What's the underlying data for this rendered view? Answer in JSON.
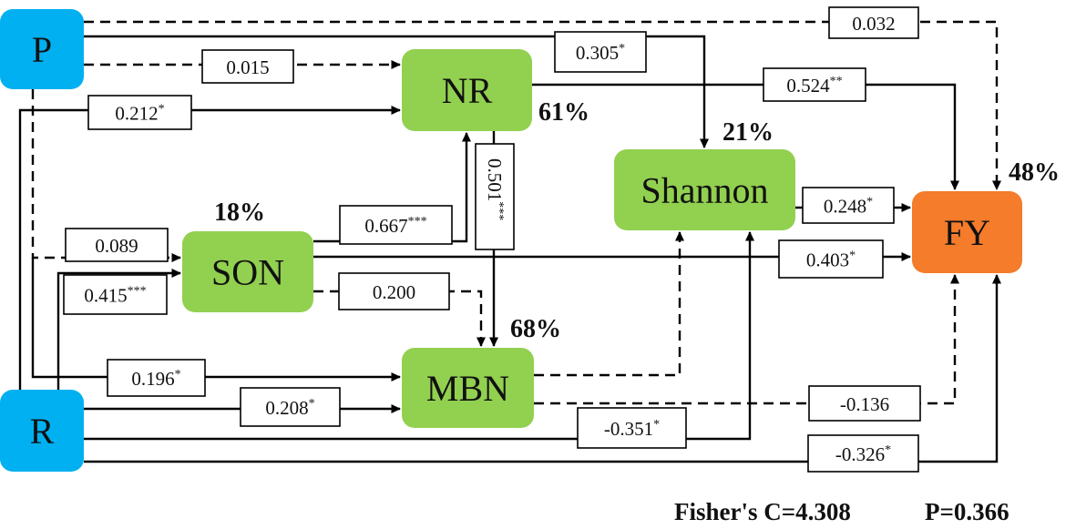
{
  "colors": {
    "exogenous": "#00b0f0",
    "mediator": "#92d050",
    "response": "#f47c2b",
    "line": "#000000"
  },
  "nodes": {
    "p": "P",
    "r": "R",
    "nr": "NR",
    "son": "SON",
    "mbn": "MBN",
    "shannon": "Shannon",
    "fy": "FY"
  },
  "variance_explained": {
    "nr": "61%",
    "son": "18%",
    "mbn": "68%",
    "shannon": "21%",
    "fy": "48%"
  },
  "paths": [
    {
      "id": "p-fy",
      "from": "P",
      "to": "FY",
      "coef": "0.032",
      "sig": "",
      "significant": false
    },
    {
      "id": "p-shannon",
      "from": "P",
      "to": "Shannon",
      "coef": "0.305",
      "sig": "*",
      "significant": true
    },
    {
      "id": "p-nr",
      "from": "P",
      "to": "NR",
      "coef": "0.015",
      "sig": "",
      "significant": false
    },
    {
      "id": "r-nr",
      "from": "R",
      "to": "NR",
      "coef": "0.212",
      "sig": "*",
      "significant": true
    },
    {
      "id": "nr-fy",
      "from": "NR",
      "to": "FY",
      "coef": "0.524",
      "sig": "**",
      "significant": true
    },
    {
      "id": "nr-mbn",
      "from": "NR",
      "to": "MBN",
      "coef": "0.501",
      "sig": "***",
      "significant": true
    },
    {
      "id": "son-nr",
      "from": "SON",
      "to": "NR",
      "coef": "0.667",
      "sig": "***",
      "significant": true
    },
    {
      "id": "p-son",
      "from": "P",
      "to": "SON",
      "coef": "0.089",
      "sig": "",
      "significant": false
    },
    {
      "id": "r-son",
      "from": "R",
      "to": "SON",
      "coef": "0.415",
      "sig": "***",
      "significant": true
    },
    {
      "id": "son-mbn",
      "from": "SON",
      "to": "MBN",
      "coef": "0.200",
      "sig": "",
      "significant": false
    },
    {
      "id": "son-fy",
      "from": "SON",
      "to": "FY",
      "coef": "0.403",
      "sig": "*",
      "significant": true
    },
    {
      "id": "shannon-fy",
      "from": "Shannon",
      "to": "FY",
      "coef": "0.248",
      "sig": "*",
      "significant": true
    },
    {
      "id": "p-mbn",
      "from": "P",
      "to": "MBN",
      "coef": "0.196",
      "sig": "*",
      "significant": true
    },
    {
      "id": "r-mbn",
      "from": "R",
      "to": "MBN",
      "coef": "0.208",
      "sig": "*",
      "significant": true
    },
    {
      "id": "r-shannon",
      "from": "R",
      "to": "Shannon",
      "coef": "-0.351",
      "sig": "*",
      "significant": true
    },
    {
      "id": "mbn-fy",
      "from": "MBN",
      "to": "FY",
      "coef": "-0.136",
      "sig": "",
      "significant": false
    },
    {
      "id": "r-fy",
      "from": "R",
      "to": "FY",
      "coef": "-0.326",
      "sig": "*",
      "significant": true
    },
    {
      "id": "mbn-shannon",
      "from": "MBN",
      "to": "Shannon",
      "coef": "",
      "sig": "",
      "significant": false
    }
  ],
  "model_fit": {
    "fisher_c": "Fisher's C=4.308",
    "p_value": "P=0.366"
  }
}
